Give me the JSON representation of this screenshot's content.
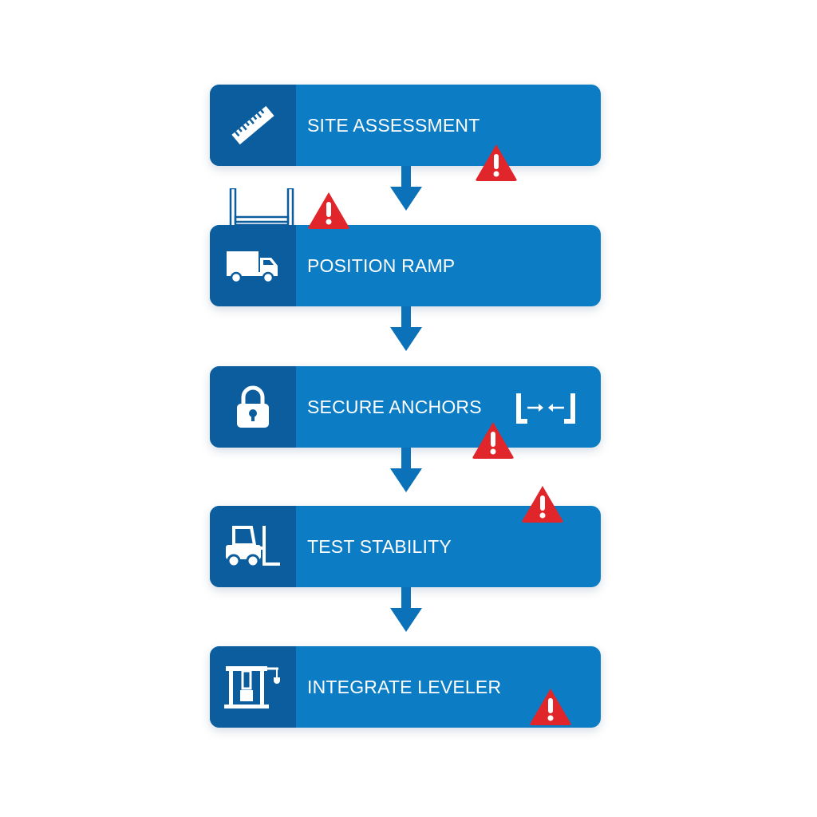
{
  "steps": [
    {
      "label": "SITE ASSESSMENT",
      "icon": "ruler-icon"
    },
    {
      "label": "POSITION RAMP",
      "icon": "truck-icon"
    },
    {
      "label": "SECURE ANCHORS",
      "icon": "padlock-icon"
    },
    {
      "label": "TEST STABILITY",
      "icon": "forklift-icon"
    },
    {
      "label": "INTEGRATE LEVELER",
      "icon": "leveler-icon"
    }
  ],
  "colors": {
    "step_fill": "#0c7dc4",
    "icon_panel": "#0b5d9e",
    "arrow": "#0b72b9",
    "warning": "#e0252b",
    "text": "#ffffff"
  },
  "decorations": [
    "warning-icon",
    "ramp-frame-icon",
    "anchor-gap-icon"
  ]
}
